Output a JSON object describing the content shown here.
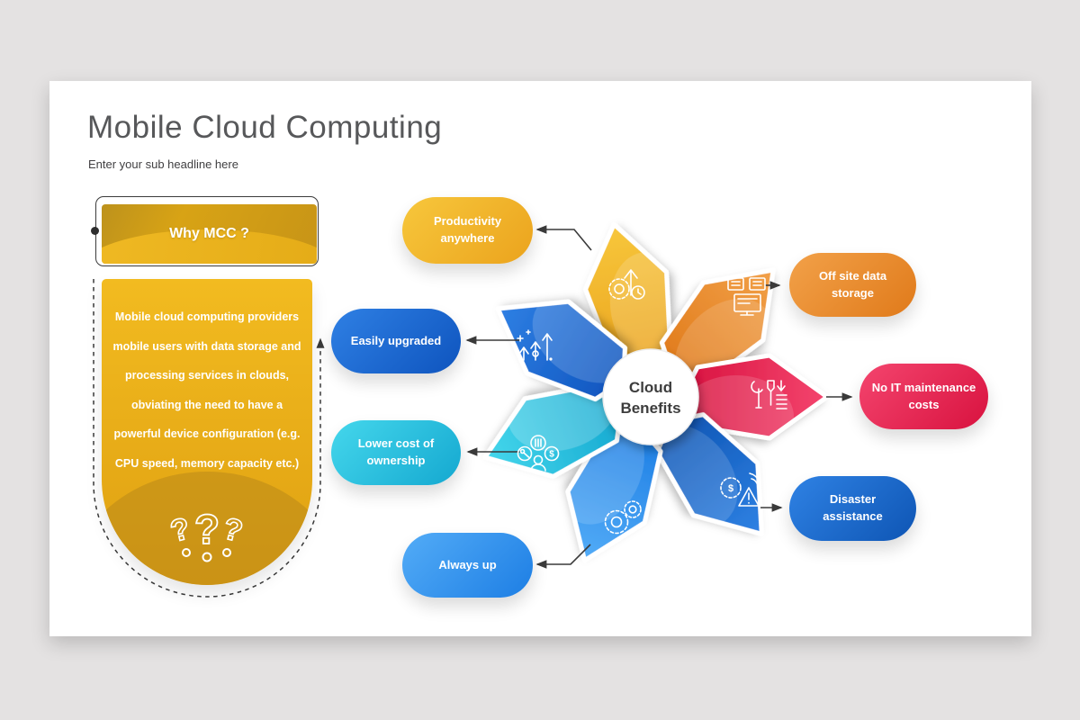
{
  "header": {
    "title": "Mobile Cloud Computing",
    "subtitle": "Enter your sub headline here"
  },
  "why_box": {
    "heading": "Why MCC ?",
    "body_lines": [
      "Mobile cloud computing providers",
      "mobile users with data storage and",
      "processing services in clouds,",
      "obviating the need to have a",
      "powerful device configuration (e.g.",
      "CPU speed, memory capacity etc.)"
    ],
    "icon": "question-marks-icon",
    "accent_color": "#E2A815"
  },
  "center": {
    "line1": "Cloud",
    "line2": "Benefits"
  },
  "benefits": [
    {
      "id": "productivity",
      "label": "Productivity anywhere",
      "icon": "productivity-gear-icon",
      "color_light": "#F7C73C",
      "color_dark": "#EBA31D"
    },
    {
      "id": "offsite-storage",
      "label": "Off site data storage",
      "icon": "data-storage-icon",
      "color_light": "#F2A149",
      "color_dark": "#E07A1A"
    },
    {
      "id": "no-it-maintenance",
      "label": "No IT maintenance costs",
      "icon": "maintenance-tools-icon",
      "color_light": "#F4456E",
      "color_dark": "#D8123F"
    },
    {
      "id": "disaster-assistance",
      "label": "Disaster assistance",
      "icon": "disaster-alert-icon",
      "color_light": "#2F82E4",
      "color_dark": "#0E55B4"
    },
    {
      "id": "always-up",
      "label": "Always up",
      "icon": "gears-icon",
      "color_light": "#53ACF7",
      "color_dark": "#1D7EE4"
    },
    {
      "id": "lower-cost",
      "label": "Lower cost of ownership",
      "icon": "ownership-cost-icon",
      "color_light": "#45D7EC",
      "color_dark": "#14A8D0"
    },
    {
      "id": "easily-upgraded",
      "label": "Easily upgraded",
      "icon": "upgrade-arrows-icon",
      "color_light": "#2F80E4",
      "color_dark": "#0E54BE"
    }
  ],
  "connector_color": "#3A3A3A"
}
